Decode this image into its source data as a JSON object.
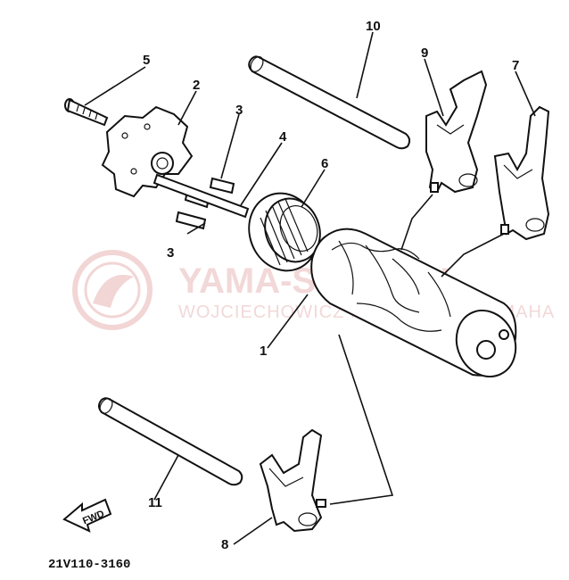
{
  "diagram": {
    "drawing_code": "21V110-3160",
    "fwd_label": "FWD",
    "watermark": {
      "title": "YAMA-SKLEP.PL",
      "subtitle": "WOJCIECHOWICZ MOTOCYKLE YAMAHA"
    },
    "callouts": [
      {
        "id": "c1",
        "label": "1"
      },
      {
        "id": "c2",
        "label": "2"
      },
      {
        "id": "c3a",
        "label": "3"
      },
      {
        "id": "c3b",
        "label": "3"
      },
      {
        "id": "c4",
        "label": "4"
      },
      {
        "id": "c5",
        "label": "5"
      },
      {
        "id": "c6",
        "label": "6"
      },
      {
        "id": "c7",
        "label": "7"
      },
      {
        "id": "c8",
        "label": "8"
      },
      {
        "id": "c9",
        "label": "9"
      },
      {
        "id": "c10",
        "label": "10"
      },
      {
        "id": "c11",
        "label": "11"
      }
    ]
  }
}
